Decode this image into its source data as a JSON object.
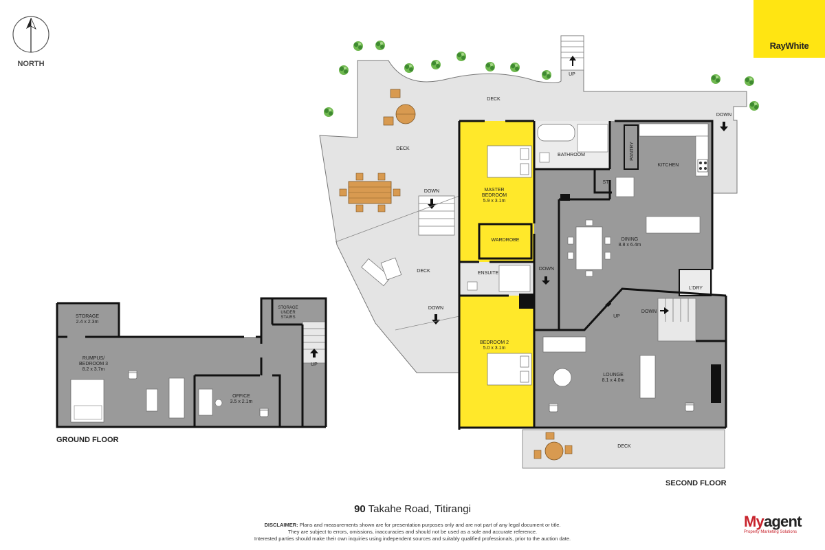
{
  "compass": {
    "label": "NORTH"
  },
  "brand": {
    "name": "RayWhite"
  },
  "floors": {
    "ground": {
      "title": "GROUND FLOOR"
    },
    "second": {
      "title": "SECOND FLOOR"
    }
  },
  "rooms": {
    "storage": [
      "STORAGE",
      "2.4 x 2.3m"
    ],
    "storage_under_stairs": [
      "STORAGE",
      "UNDER",
      "STAIRS"
    ],
    "rumpus": [
      "RUMPUS/",
      "BEDROOM 3",
      "8.2 x 3.7m"
    ],
    "office": [
      "OFFICE",
      "3.5 x 2.1m"
    ],
    "master": [
      "MASTER",
      "BEDROOM",
      "5.9 x 3.1m"
    ],
    "wardrobe": "WARDROBE",
    "ensuite": "ENSUITE",
    "bedroom2": [
      "BEDROOM 2",
      "5.0 x 3.1m"
    ],
    "bathroom": "BATHROOM",
    "pantry": "PANTRY",
    "kitchen": "KITCHEN",
    "st": "ST",
    "dining": [
      "DINING",
      "8.8 x 6.4m"
    ],
    "laundry": "L'DRY",
    "lounge": [
      "LOUNGE",
      "8.1 x 4.0m"
    ],
    "deck_top": "DECK",
    "deck_left": "DECK",
    "deck_mid": "DECK",
    "deck_bottom": "DECK"
  },
  "stairs": {
    "up_top": "UP",
    "down_deck": "DOWN",
    "down_deck2": "DOWN",
    "down_right": "DOWN",
    "down_hall": "DOWN",
    "up_hall": "UP",
    "down_lounge": "DOWN",
    "up_ground": "UP"
  },
  "address": {
    "number": "90",
    "street": "Takahe Road, Titirangi"
  },
  "disclaimer": {
    "line1_strong": "DISCLAIMER:",
    "line1": " Plans and measurements shown are for presentation purposes only and are not part of any legal document or title.",
    "line2": "They are subject to errors, omissions, inaccuracies and should not be used as a sole and accurate reference.",
    "line3": "Interested parties should make their own inquiries using independent sources and suitably qualified professionals, prior to the auction date."
  },
  "agency": {
    "name_m": "My",
    "name_rest": "agent",
    "tagline": "Property Marketing Solutions"
  },
  "colors": {
    "highlight": "#ffe82a",
    "room": "#9a9a9a",
    "deck": "#e3e3e3",
    "wall": "#111111",
    "tree": "#4a9a3a"
  }
}
